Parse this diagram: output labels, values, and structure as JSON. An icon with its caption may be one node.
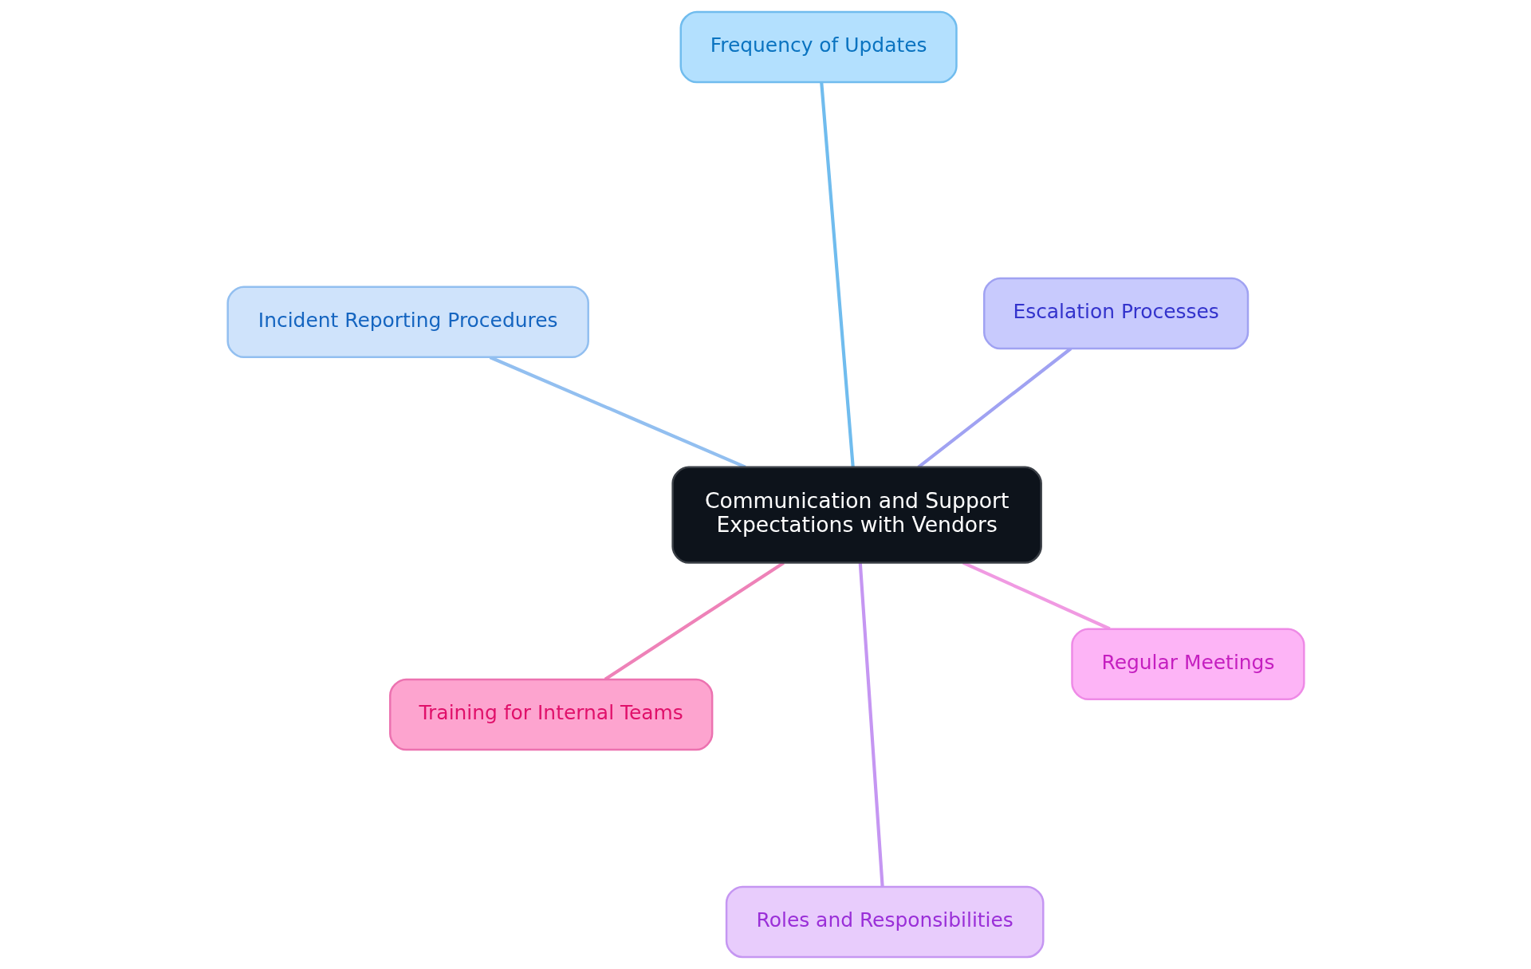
{
  "diagram": {
    "nodes": [
      {
        "text": [
          "Communication and Support Expectations with Vendors"
        ]
      },
      {
        "text": [
          "Training for Internal Teams"
        ]
      },
      {
        "text": [
          "Regular Meetings"
        ]
      },
      {
        "text": [
          "Incident Reporting Procedures"
        ]
      },
      {
        "text": [
          "Frequency of Updates"
        ]
      },
      {
        "text": [
          "Roles and Responsibilities"
        ]
      },
      {
        "text": [
          "Escalation Processes"
        ]
      }
    ],
    "edges": [
      {
        "from": 0,
        "to": 1,
        "arrow": "none",
        "color": "#ee82b8"
      },
      {
        "from": 0,
        "to": 2,
        "arrow": "none",
        "color": "#f09ae2"
      },
      {
        "from": 0,
        "to": 3,
        "arrow": "none",
        "color": "#92bff0"
      },
      {
        "from": 0,
        "to": 4,
        "arrow": "none",
        "color": "#70bcee"
      },
      {
        "from": 0,
        "to": 5,
        "arrow": "none",
        "color": "#c596f2"
      },
      {
        "from": 0,
        "to": 6,
        "arrow": "none",
        "color": "#a0a2f2"
      }
    ]
  }
}
